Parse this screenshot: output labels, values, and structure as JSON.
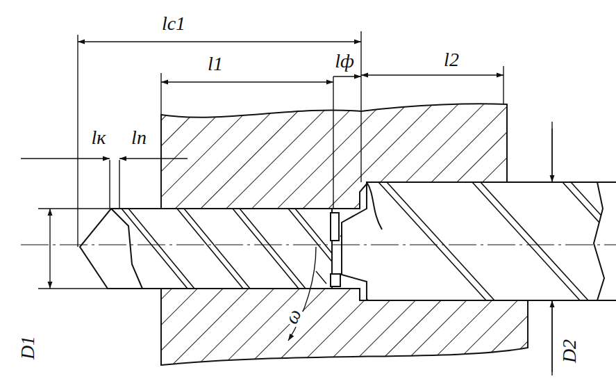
{
  "diagram": {
    "labels": [
      "lc1",
      "l1",
      "lф",
      "l2",
      "lк",
      "lп",
      "D1",
      "D2",
      "ω"
    ]
  }
}
